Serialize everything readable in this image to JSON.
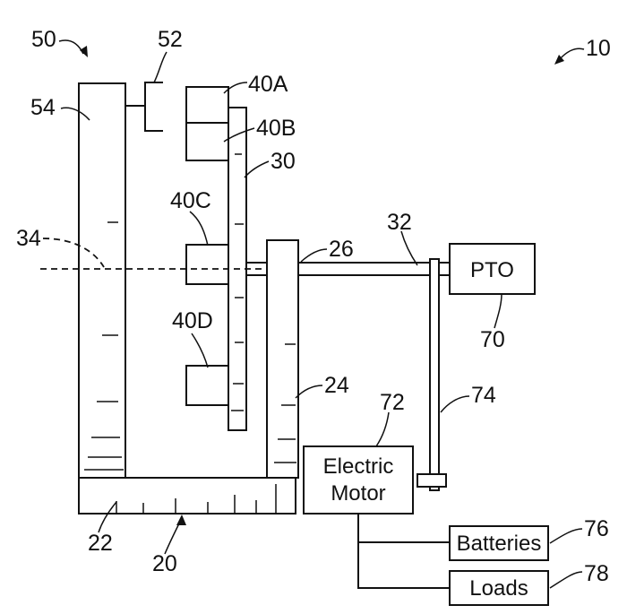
{
  "labels": {
    "ref_10": "10",
    "ref_50": "50",
    "ref_52": "52",
    "ref_54": "54",
    "ref_40a": "40A",
    "ref_40b": "40B",
    "ref_30": "30",
    "ref_40c": "40C",
    "ref_34": "34",
    "ref_26": "26",
    "ref_32": "32",
    "ref_40d": "40D",
    "ref_24": "24",
    "ref_72": "72",
    "ref_74": "74",
    "ref_70": "70",
    "ref_76": "76",
    "ref_78": "78",
    "ref_22": "22",
    "ref_20": "20"
  },
  "boxes": {
    "pto": "PTO",
    "motor_line1": "Electric",
    "motor_line2": "Motor",
    "batteries": "Batteries",
    "loads": "Loads"
  }
}
